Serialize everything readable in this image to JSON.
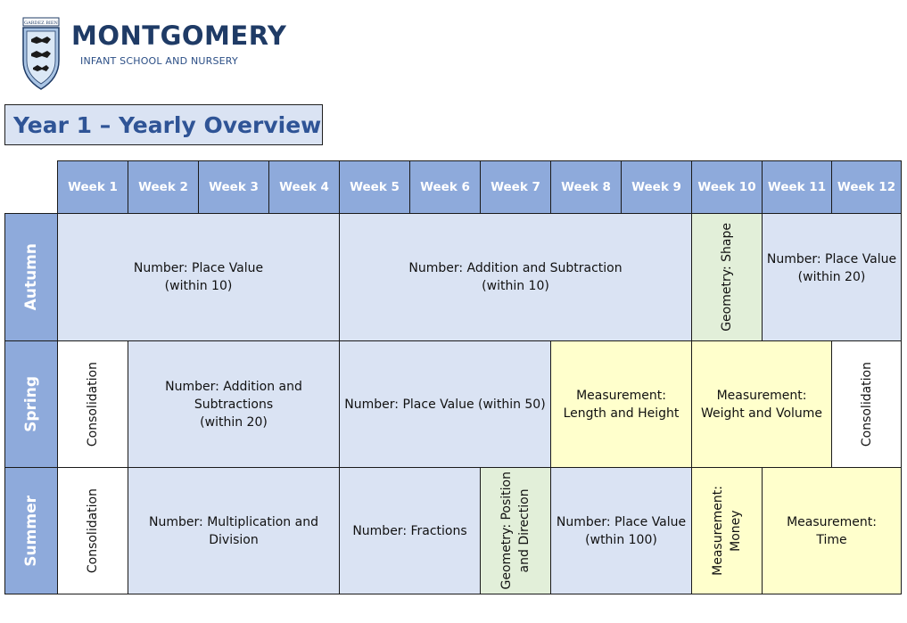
{
  "school": {
    "name": "MONTGOMERY",
    "subtitle": "INFANT SCHOOL AND NURSERY",
    "crest_motto": "GARDEZ BIEN"
  },
  "title": "Year 1 – Yearly Overview",
  "weeks": [
    "Week 1",
    "Week 2",
    "Week 3",
    "Week 4",
    "Week 5",
    "Week 6",
    "Week 7",
    "Week 8",
    "Week 9",
    "Week 10",
    "Week 11",
    "Week 12"
  ],
  "terms": [
    "Autumn",
    "Spring",
    "Summer"
  ],
  "autumn": {
    "place_value_10": "Number: Place Value\n(within 10)",
    "add_sub_10": "Number: Addition and Subtraction\n(within 10)",
    "geometry_shape": "Geometry: Shape",
    "place_value_20": "Number: Place Value\n(within 20)"
  },
  "spring": {
    "consolidation_start": "Consolidation",
    "add_sub_20": "Number: Addition and\nSubtractions\n(within 20)",
    "place_value_50": "Number: Place Value (within 50)",
    "length_height": "Measurement:\nLength and Height",
    "weight_volume": "Measurement:\nWeight and Volume",
    "consolidation_end": "Consolidation"
  },
  "summer": {
    "consolidation": "Consolidation",
    "mult_div": "Number: Multiplication and\nDivision",
    "fractions": "Number: Fractions",
    "position_direction": "Geometry: Position\nand Direction",
    "place_value_100": "Number: Place Value\n(wthin 100)",
    "money": "Measurement:\nMoney",
    "time": "Measurement:\nTime"
  },
  "colors": {
    "header": "#8eaadb",
    "number": "#dae3f3",
    "geometry": "#e2efd9",
    "measurement": "#ffffcc",
    "title_text": "#2f5496"
  }
}
